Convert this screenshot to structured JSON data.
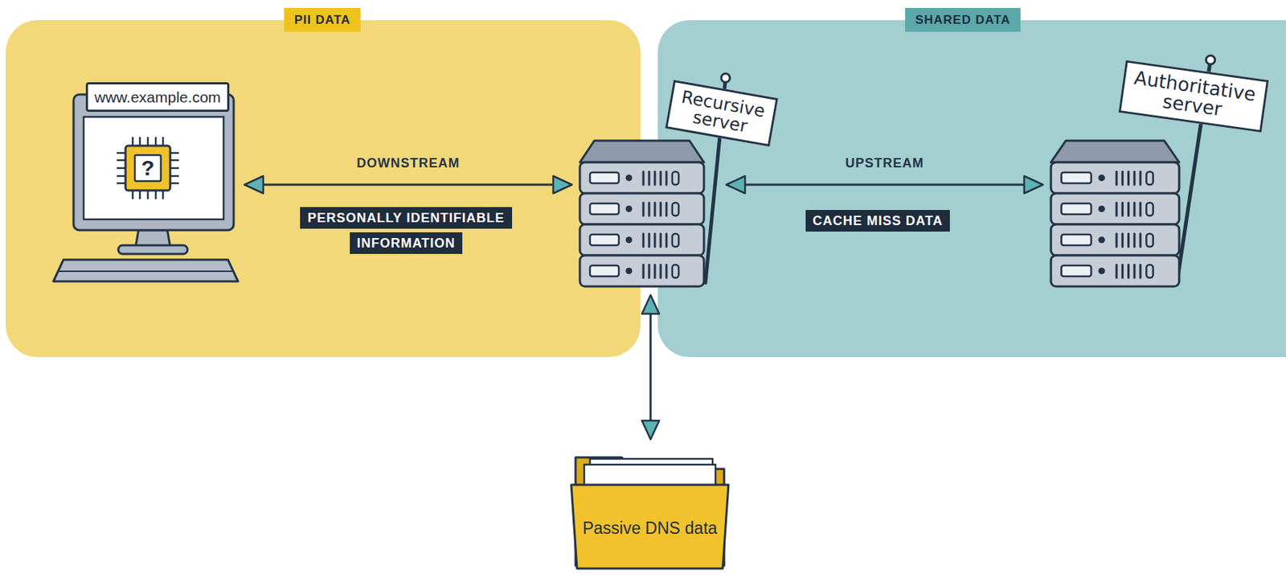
{
  "diagram": {
    "nodes": [
      {
        "text": [
          "PII DATA"
        ]
      },
      {
        "text": [
          "www.example.com",
          "?"
        ],
        "in": 0
      },
      {
        "text": [
          "Recursive server"
        ]
      },
      {
        "text": [
          "SHARED DATA"
        ]
      },
      {
        "text": [
          "Authoritative server"
        ],
        "in": 3
      },
      {
        "text": [
          "Passive DNS data"
        ]
      }
    ],
    "edges": [
      {
        "from": 1,
        "to": 2,
        "arrow": "both",
        "label": "DOWNSTREAM"
      },
      {
        "from": 2,
        "to": 4,
        "arrow": "both",
        "label": "UPSTREAM"
      },
      {
        "from": 2,
        "to": 5,
        "arrow": "both"
      }
    ],
    "labels": [
      "PERSONALLY IDENTIFIABLE INFORMATION",
      "CACHE MISS DATA"
    ]
  }
}
